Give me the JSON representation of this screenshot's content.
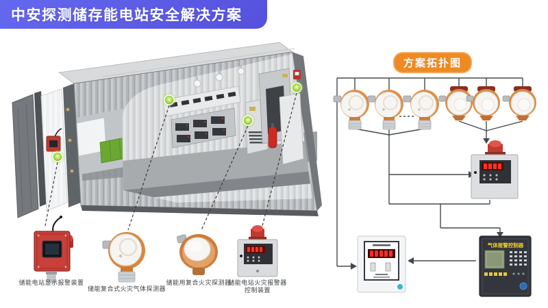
{
  "banner": {
    "title": "中安探测储存能电站安全解决方案"
  },
  "topology": {
    "label": "方案拓扑图",
    "panel_title": "气体报警控制器",
    "left_detectors": 3,
    "right_detectors": 3
  },
  "products": [
    {
      "caption": "储能电站显示报警装置"
    },
    {
      "caption": "储能复合式火灾气体探测器"
    },
    {
      "caption": "储能用复合火灾探测器"
    },
    {
      "caption": "储能电站火灾报警器",
      "caption_line2": "控制装置"
    }
  ],
  "colors": {
    "banner_bg": "#5a5ae4",
    "label_bg": "#ee8a23",
    "marker_green": "#8cc63c",
    "alarm_red": "#c0392f",
    "line": "#45484b"
  }
}
